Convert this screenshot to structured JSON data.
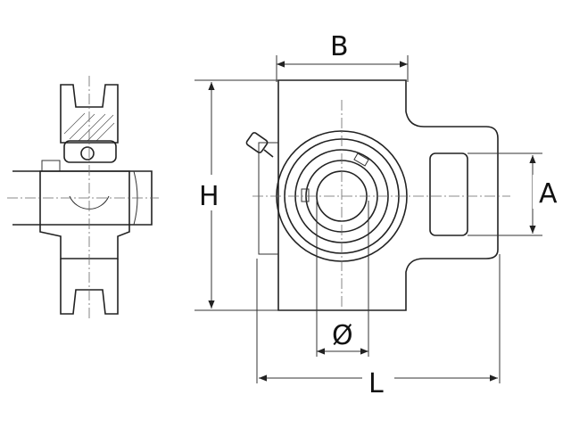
{
  "labels": {
    "B": "B",
    "A": "A",
    "H": "H",
    "diameter": "Ø",
    "L": "L"
  },
  "colors": {
    "line": "#222222",
    "background": "#ffffff"
  }
}
